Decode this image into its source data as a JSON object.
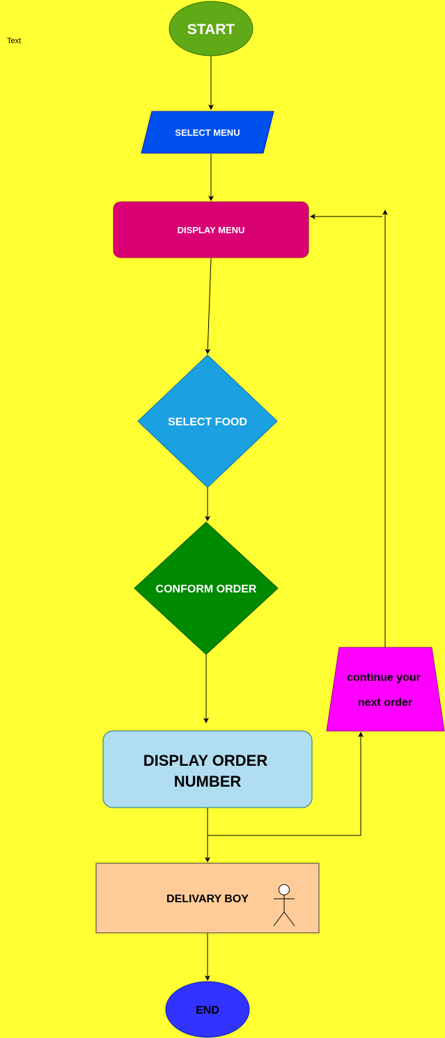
{
  "canvas_label": "Text",
  "colors": {
    "background": "#ffff33",
    "start": "#60a917",
    "select_menu": "#0050ef",
    "display_menu": "#d80073",
    "select_food": "#1ba1e2",
    "conform_order": "#008a00",
    "display_order_number": "#b1ddf0",
    "continue_order": "#ff00ff",
    "delivary_boy": "#ffcc99",
    "end": "#3333ff"
  },
  "nodes": {
    "start": "START",
    "select_menu": "SELECT MENU",
    "display_menu": "DISPLAY MENU",
    "select_food": "SELECT FOOD",
    "conform_order": "CONFORM ORDER",
    "display_order_number_line1": "DISPLAY ORDER",
    "display_order_number_line2": "NUMBER",
    "continue_line1": "continue your",
    "continue_line2": "next order",
    "delivary_boy": "DELIVARY BOY",
    "end": "END"
  },
  "icons": {
    "delivery_person": "stick-figure-icon"
  }
}
